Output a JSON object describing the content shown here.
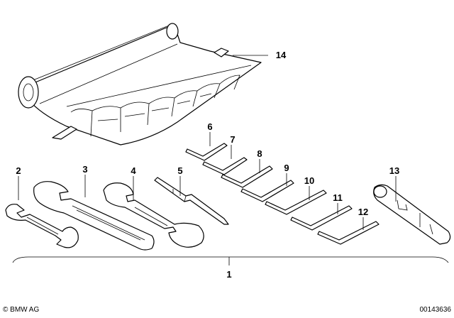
{
  "callouts": {
    "c1": "1",
    "c2": "2",
    "c3": "3",
    "c4": "4",
    "c5": "5",
    "c6": "6",
    "c7": "7",
    "c8": "8",
    "c9": "9",
    "c10": "10",
    "c11": "11",
    "c12": "12",
    "c13": "13",
    "c14": "14"
  },
  "footer": {
    "copyright": "© BMW AG",
    "image_number": "00143636"
  }
}
